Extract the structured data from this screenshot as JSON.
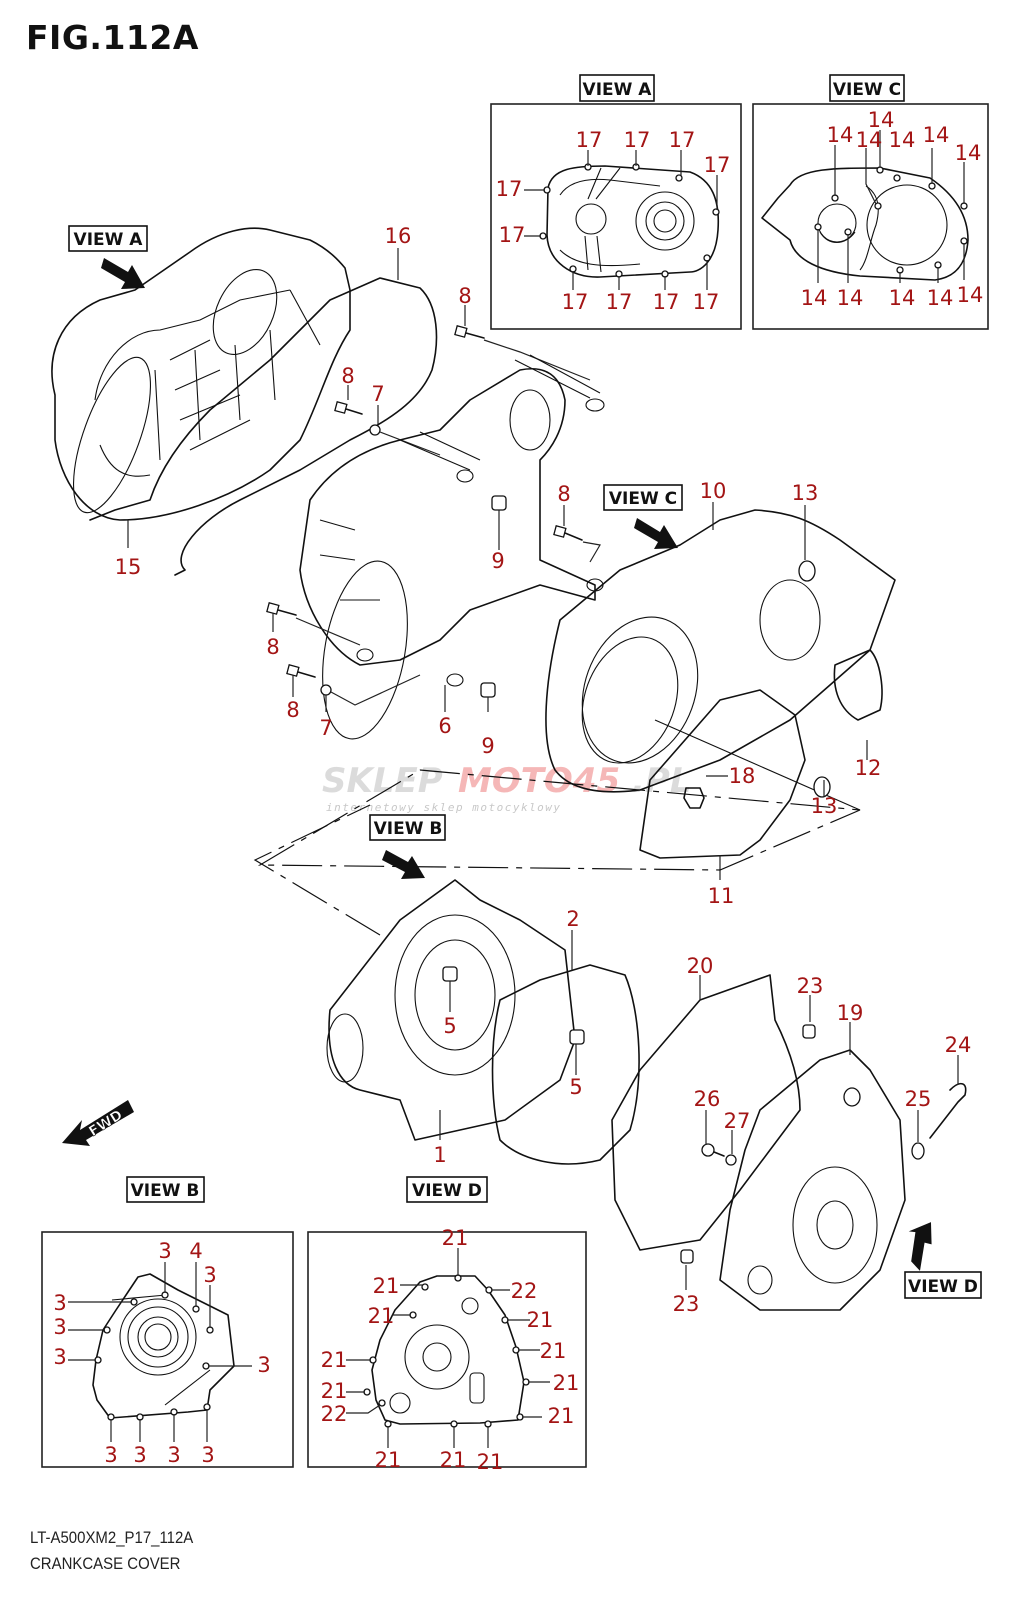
{
  "figure": {
    "title": "FIG.112A",
    "code": "LT-A500XM2_P17_112A",
    "name": "CRANKCASE COVER"
  },
  "watermark": {
    "brand_part1": "SKLEP",
    "brand_part2": "MOTO45",
    "brand_suffix": ".PL",
    "tagline": "internetowy sklep motocyklowy"
  },
  "colors": {
    "callout": "#a31515",
    "line": "#111111"
  },
  "view_labels": {
    "view_a": "VIEW A",
    "view_b": "VIEW B",
    "view_c": "VIEW C",
    "view_d": "VIEW D"
  },
  "fwd_label": "FWD",
  "callouts_main": [
    {
      "id": "c16",
      "text": "16"
    },
    {
      "id": "c15",
      "text": "15"
    },
    {
      "id": "c8a",
      "text": "8"
    },
    {
      "id": "c8b",
      "text": "8"
    },
    {
      "id": "c7a",
      "text": "7"
    },
    {
      "id": "c9a",
      "text": "9"
    },
    {
      "id": "c8c",
      "text": "8"
    },
    {
      "id": "c8d",
      "text": "8"
    },
    {
      "id": "c8e",
      "text": "8"
    },
    {
      "id": "c7b",
      "text": "7"
    },
    {
      "id": "c6",
      "text": "6"
    },
    {
      "id": "c9b",
      "text": "9"
    },
    {
      "id": "c10",
      "text": "10"
    },
    {
      "id": "c13a",
      "text": "13"
    },
    {
      "id": "c12",
      "text": "12"
    },
    {
      "id": "c13b",
      "text": "13"
    },
    {
      "id": "c18",
      "text": "18"
    },
    {
      "id": "c11",
      "text": "11"
    },
    {
      "id": "c2",
      "text": "2"
    },
    {
      "id": "c5a",
      "text": "5"
    },
    {
      "id": "c5b",
      "text": "5"
    },
    {
      "id": "c1",
      "text": "1"
    },
    {
      "id": "c20",
      "text": "20"
    },
    {
      "id": "c23a",
      "text": "23"
    },
    {
      "id": "c19",
      "text": "19"
    },
    {
      "id": "c24",
      "text": "24"
    },
    {
      "id": "c26",
      "text": "26"
    },
    {
      "id": "c27",
      "text": "27"
    },
    {
      "id": "c25",
      "text": "25"
    },
    {
      "id": "c23b",
      "text": "23"
    }
  ],
  "inset_view_a": {
    "label": "VIEW A",
    "callouts": [
      "17",
      "17",
      "17",
      "17",
      "17",
      "17",
      "17",
      "17",
      "17",
      "17"
    ]
  },
  "inset_view_c": {
    "label": "VIEW C",
    "callouts": [
      "14",
      "14",
      "14",
      "14",
      "14",
      "14",
      "14",
      "14",
      "14",
      "14",
      "14",
      "14"
    ]
  },
  "inset_view_b": {
    "label": "VIEW B",
    "callouts": [
      "3",
      "4",
      "3",
      "3",
      "3",
      "3",
      "3",
      "3",
      "3",
      "3",
      "3"
    ]
  },
  "inset_view_d": {
    "label": "VIEW D",
    "callouts": [
      "21",
      "21",
      "22",
      "21",
      "21",
      "21",
      "21",
      "21",
      "21",
      "22",
      "21",
      "21",
      "21",
      "21"
    ]
  }
}
